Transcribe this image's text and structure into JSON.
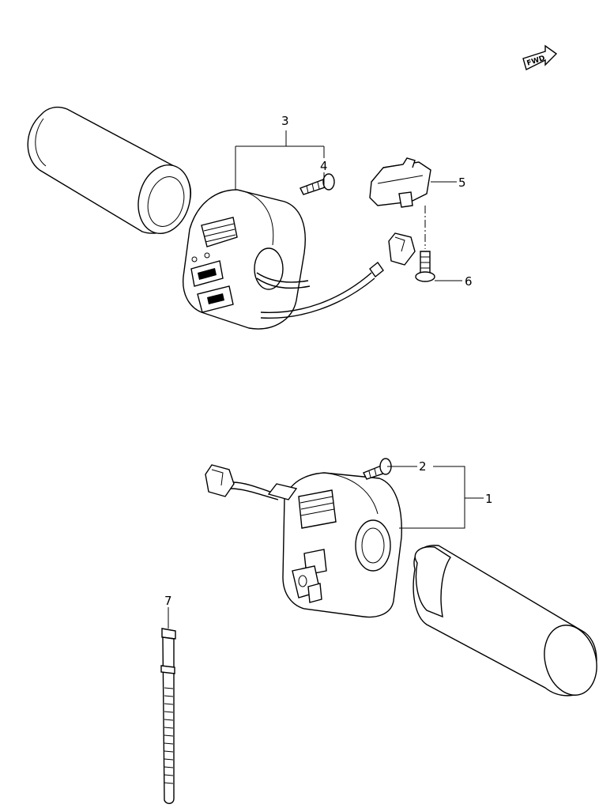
{
  "forward_badge": {
    "label": "FWD",
    "icon": "forward-arrow-icon"
  },
  "callouts": [
    {
      "number": "1"
    },
    {
      "number": "2"
    },
    {
      "number": "3"
    },
    {
      "number": "4"
    },
    {
      "number": "5"
    },
    {
      "number": "6"
    },
    {
      "number": "7"
    }
  ]
}
